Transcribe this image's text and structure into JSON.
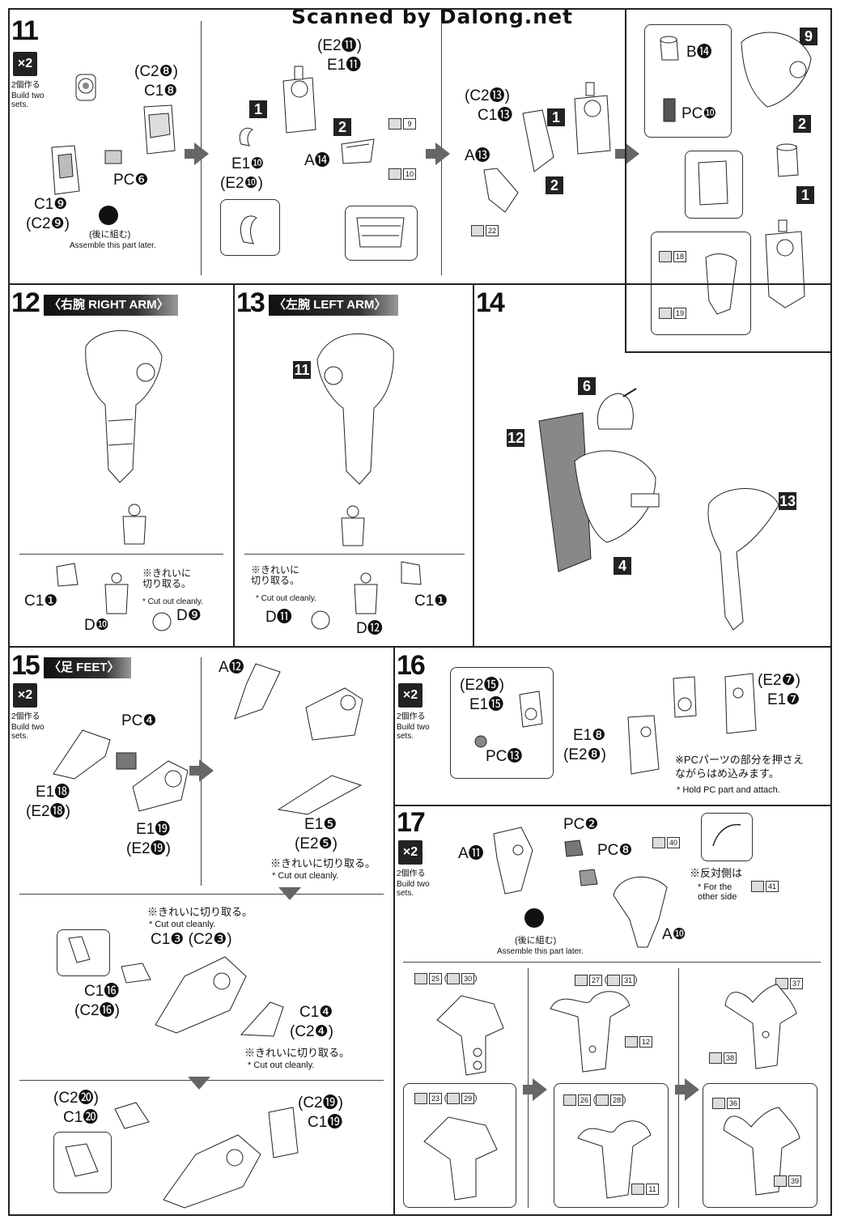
{
  "header": {
    "scan_credit": "Scanned by Dalong.net"
  },
  "common": {
    "build_two_ja": "2個作る",
    "build_two_en": "Build two\nsets.",
    "x2": "×2",
    "assemble_later_ja": "(後に組む)",
    "assemble_later_en": "Assemble this part later.",
    "cut_ja": "※きれいに\n切り取る。",
    "cut_en": "* Cut out cleanly.",
    "cut_ja_inline": "※きれいに切り取る。"
  },
  "steps": {
    "s11": {
      "num": "11",
      "callouts": [
        "1",
        "2"
      ],
      "labels": {
        "c2_8": "(C2❽)",
        "c1_8": "C1❽",
        "pc6": "PC❻",
        "c1_9": "C1❾",
        "c2_9": "(C2❾)",
        "e2_11": "(E2⓫)",
        "e1_11": "E1⓫",
        "e1_10": "E1❿",
        "e2_10": "(E2❿)",
        "a14": "A⓮",
        "c2_13": "(C2⓭)",
        "c1_13": "C1⓭",
        "a13": "A⓭",
        "b14": "B⓮",
        "pc10": "PC❿",
        "sub9": "9"
      },
      "refs": {
        "r9": "9",
        "r10": "10",
        "r22": "22",
        "r18": "18",
        "r19": "19"
      }
    },
    "s12": {
      "num": "12",
      "title": "〈右腕 RIGHT ARM〉",
      "c1_1": "C1❶",
      "d10": "D❿",
      "d9": "D❾"
    },
    "s13": {
      "num": "13",
      "title": "〈左腕 LEFT ARM〉",
      "sub11": "11",
      "c1_1": "C1❶",
      "d11": "D⓫",
      "d12": "D⓬"
    },
    "s14": {
      "num": "14",
      "sub6": "6",
      "sub12": "12",
      "sub13": "13",
      "sub4": "4"
    },
    "s15": {
      "num": "15",
      "title": "〈足 FEET〉",
      "pc4": "PC❹",
      "e1_18": "E1⓲",
      "e2_18": "(E2⓲)",
      "e1_19": "E1⓳",
      "e2_19": "(E2⓳)",
      "a12": "A⓬",
      "e1_5": "E1❺",
      "e2_5": "(E2❺)",
      "c1_3": "C1❸ (C2❸)",
      "c1_16": "C1⓰",
      "c2_16": "(C2⓰)",
      "c1_4": "C1❹",
      "c2_4": "(C2❹)",
      "c2_20": "(C2⓴)",
      "c1_20": "C1⓴",
      "c2_19b": "(C2⓳)",
      "c1_19b": "C1⓳"
    },
    "s16": {
      "num": "16",
      "e2_15": "(E2⓯)",
      "e1_15": "E1⓯",
      "pc13": "PC⓭",
      "e2_7": "(E2❼)",
      "e1_7": "E1❼",
      "e1_8": "E1❽",
      "e2_8": "(E2❽)",
      "note_ja": "※PCパーツの部分を押さえ\nながらはめ込みます。",
      "note_en": "* Hold PC part and attach."
    },
    "s17": {
      "num": "17",
      "a11": "A⓫",
      "pc2": "PC❷",
      "pc8": "PC❽",
      "a10": "A❿",
      "opp_ja": "※反対側は",
      "opp_en": "* For the\nother side",
      "refs": [
        "40",
        "41",
        "25",
        "30",
        "27",
        "31",
        "37",
        "12",
        "38",
        "23",
        "29",
        "26",
        "28",
        "11",
        "36",
        "39"
      ]
    }
  }
}
